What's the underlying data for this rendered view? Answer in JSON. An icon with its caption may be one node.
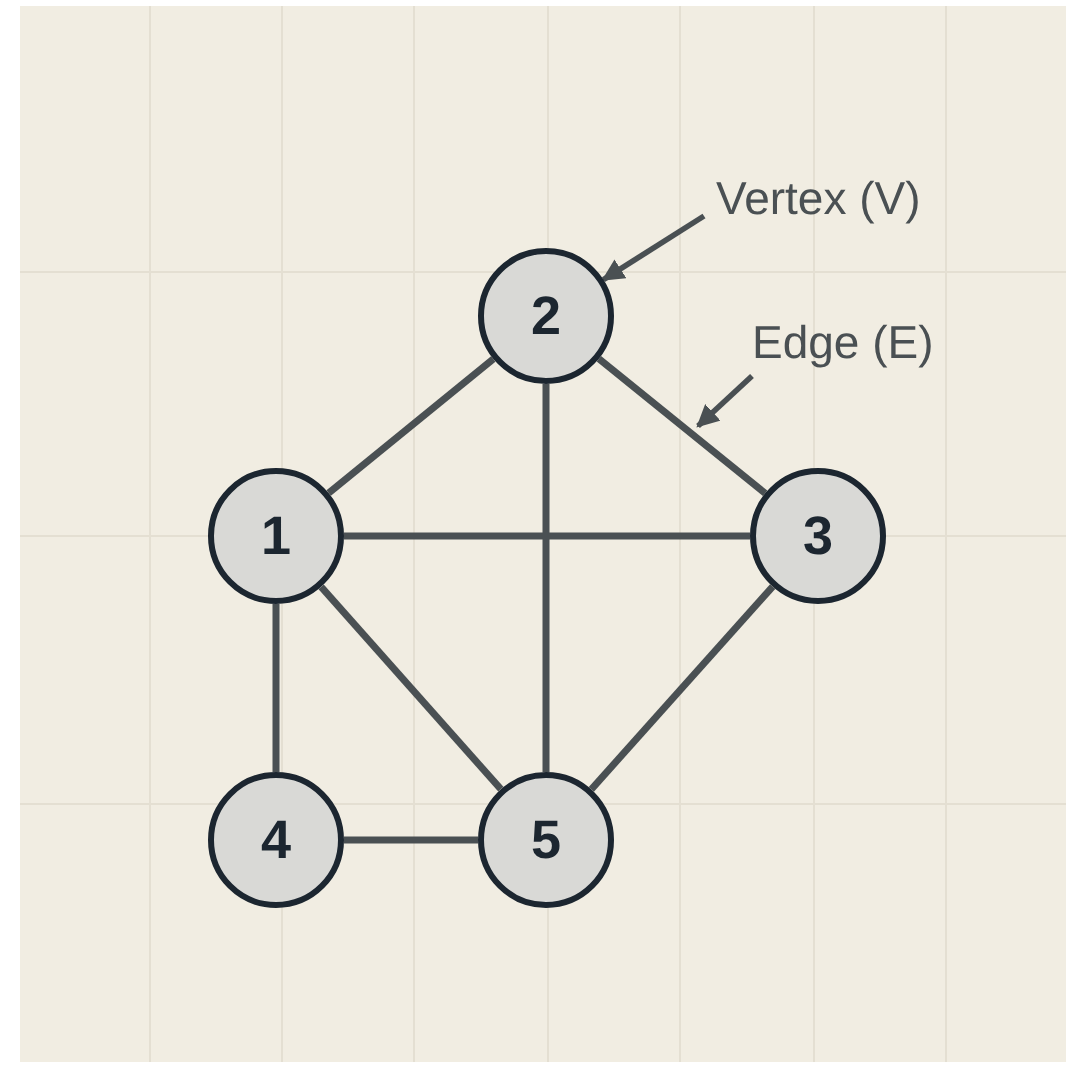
{
  "diagram": {
    "nodes": [
      {
        "text": [
          "1"
        ]
      },
      {
        "text": [
          "2"
        ]
      },
      {
        "text": [
          "3"
        ]
      },
      {
        "text": [
          "4"
        ]
      },
      {
        "text": [
          "5"
        ]
      },
      {
        "text": [
          "Vertex (V)"
        ]
      },
      {
        "text": [
          "Edge (E)"
        ]
      }
    ],
    "edges": [
      {
        "from": 0,
        "to": 1,
        "arrow": "none"
      },
      {
        "from": 1,
        "to": 2,
        "arrow": "none"
      },
      {
        "from": 0,
        "to": 2,
        "arrow": "none"
      },
      {
        "from": 1,
        "to": 4,
        "arrow": "none"
      },
      {
        "from": 0,
        "to": 4,
        "arrow": "none"
      },
      {
        "from": 2,
        "to": 4,
        "arrow": "none"
      },
      {
        "from": 0,
        "to": 3,
        "arrow": "none"
      },
      {
        "from": 3,
        "to": 4,
        "arrow": "none"
      },
      {
        "from": 5,
        "to": 1,
        "arrow": "to"
      },
      {
        "from": 6,
        "to": null,
        "arrow": "to"
      }
    ]
  }
}
